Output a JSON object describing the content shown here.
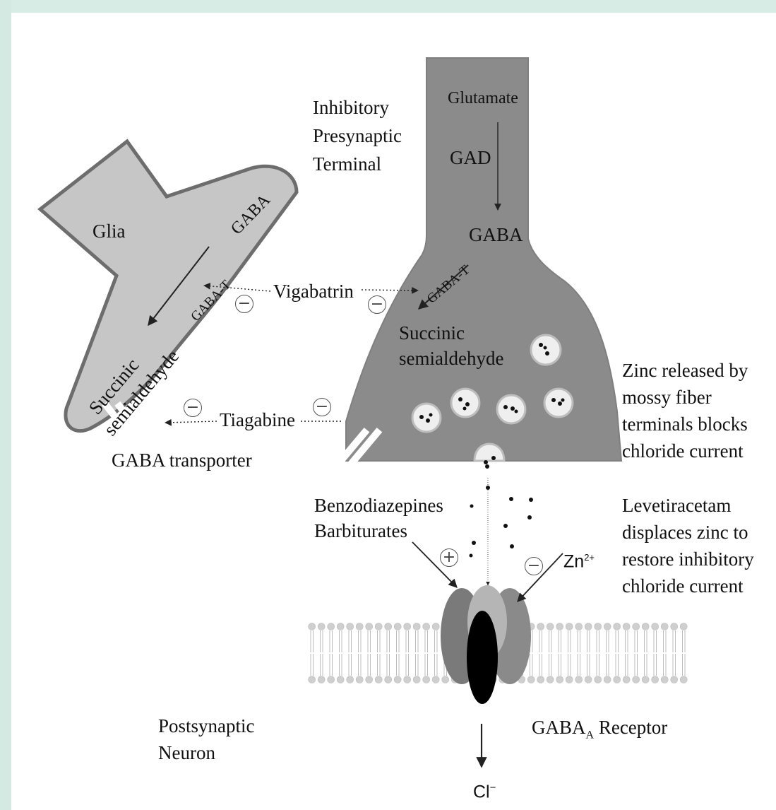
{
  "labels": {
    "presynaptic_line1": "Inhibitory",
    "presynaptic_line2": "Presynaptic",
    "presynaptic_line3": "Terminal",
    "glutamate": "Glutamate",
    "gad": "GAD",
    "gaba_terminal": "GABA",
    "gaba_t_terminal": "GABA-T",
    "succinic_terminal_1": "Succinic",
    "succinic_terminal_2": "semialdehyde",
    "glia": "Glia",
    "gaba_glia": "GABA",
    "gaba_t_glia": "GABA-T",
    "succinic_glia_1": "Succinic",
    "succinic_glia_2": "semialdehyde",
    "vigabatrin": "Vigabatrin",
    "tiagabine": "Tiagabine",
    "gaba_transporter": "GABA transporter",
    "zinc_note_1": "Zinc released by",
    "zinc_note_2": "mossy fiber",
    "zinc_note_3": "terminals blocks",
    "zinc_note_4": "chloride current",
    "benzodiazepines": "Benzodiazepines",
    "barbiturates": "Barbiturates",
    "zn": "Zn",
    "zn_sup": "2+",
    "levetiracetam_1": "Levetiracetam",
    "levetiracetam_2": "displaces zinc to",
    "levetiracetam_3": "restore inhibitory",
    "levetiracetam_4": "chloride current",
    "postsynaptic_1": "Postsynaptic",
    "postsynaptic_2": "Neuron",
    "receptor_main": "GABA",
    "receptor_sub": "A",
    "receptor_rest": " Receptor",
    "chloride": "Cl",
    "chloride_sup": "−"
  },
  "signs": {
    "minus": "−",
    "plus": "+"
  },
  "colors": {
    "terminal_fill": "#8b8b8b",
    "glia_fill": "#c6c6c6",
    "vesicle_fill": "#f2f2f2",
    "channel_dark": "#000000",
    "background_band": "#d8ece6"
  }
}
